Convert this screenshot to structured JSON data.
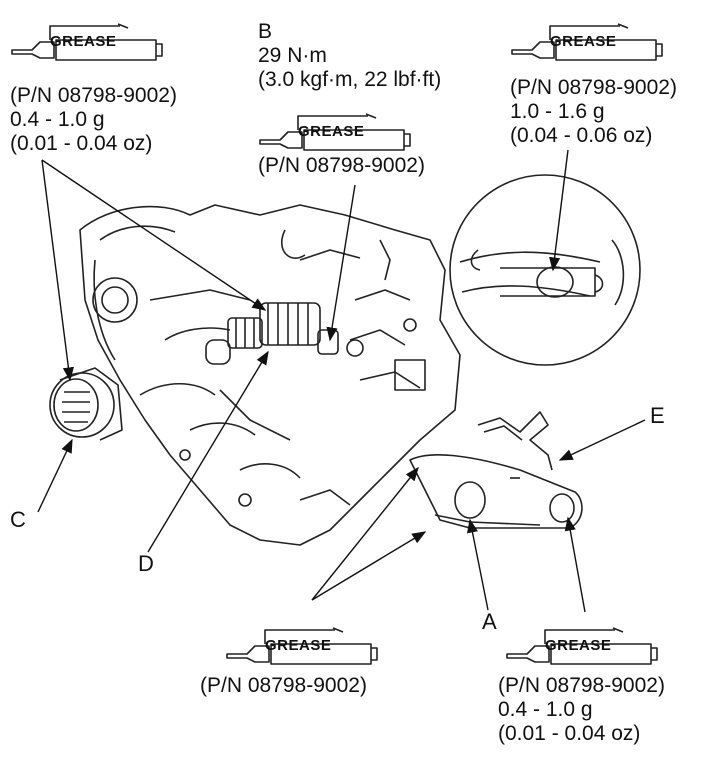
{
  "callouts": {
    "top_left": {
      "part_number": "(P/N 08798-9002)",
      "amount_g": "0.4 - 1.0 g",
      "amount_oz": "(0.01 - 0.04 oz)"
    },
    "top_center": {
      "part_number": "(P/N 08798-9002)"
    },
    "top_right": {
      "part_number": "(P/N 08798-9002)",
      "amount_g": "1.0 - 1.6 g",
      "amount_oz": "(0.04 - 0.06 oz)"
    },
    "bottom_center": {
      "part_number": "(P/N 08798-9002)"
    },
    "bottom_right": {
      "part_number": "(P/N 08798-9002)",
      "amount_g": "0.4 - 1.0 g",
      "amount_oz": "(0.01 - 0.04 oz)"
    }
  },
  "torque": {
    "label": "B",
    "value_nm": "29 N·m",
    "value_alt": "(3.0 kgf·m, 22 lbf·ft)"
  },
  "grease_word": "GREASE",
  "labels": {
    "a": "A",
    "c": "C",
    "d": "D",
    "e": "E"
  },
  "icons": {
    "grease_tube": "grease-tube-icon"
  }
}
